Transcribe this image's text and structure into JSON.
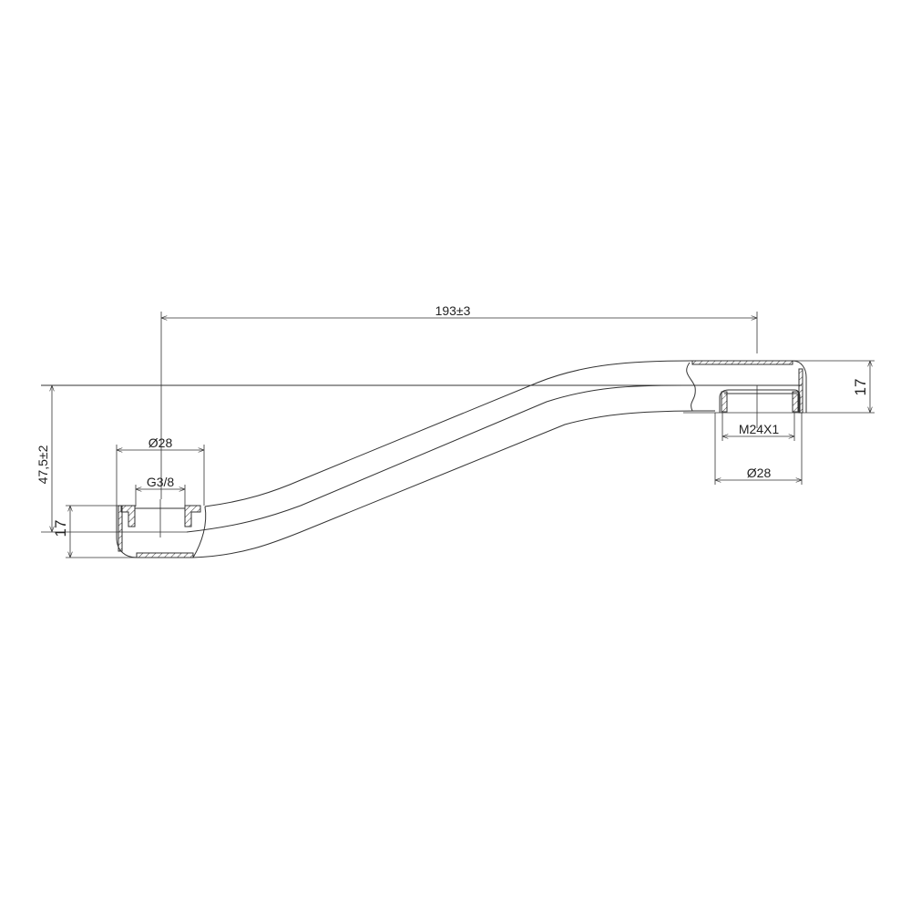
{
  "drawing": {
    "subject": "spout",
    "line_color": "#333333",
    "dimensions": {
      "length": "193±3",
      "height_total": "47,5±2",
      "left_height": "17",
      "right_height": "17",
      "left_outer_diameter": "Ø28",
      "left_thread": "G3/8",
      "right_thread": "M24X1",
      "right_outer_diameter": "Ø28"
    }
  }
}
